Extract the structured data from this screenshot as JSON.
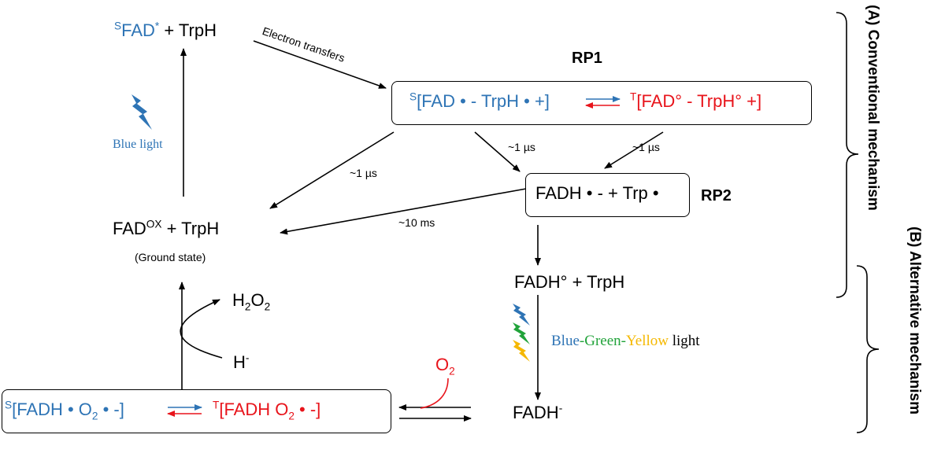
{
  "nodes": {
    "sfad_excited": {
      "sup": "S",
      "main": "FAD",
      "star": "*"
    },
    "trph_plus": "+ TrpH",
    "fad_ox": {
      "main": "FAD",
      "sup": "OX",
      "rest": "+ TrpH"
    },
    "ground_state": "(Ground state)",
    "rp1_label": "RP1",
    "rp1_singlet": {
      "sup": "S",
      "text": "[FAD • -  TrpH • +]"
    },
    "rp1_triplet": {
      "sup": "T",
      "text": "[FAD° -  TrpH° +]"
    },
    "rp2_label": "RP2",
    "rp2_text": "FADH • - + Trp •",
    "fadh_radical": "FADH°   +  TrpH",
    "fadh_minus": {
      "main": "FADH",
      "sup": "-"
    },
    "h2o2": {
      "a": "H",
      "sub1": "2",
      "b": "O",
      "sub2": "2"
    },
    "h_minus": {
      "main": "H",
      "sup": "-"
    },
    "o2": {
      "main": "O",
      "sub": "2"
    },
    "alt_singlet": {
      "sup": "S",
      "a": "[FADH •   O",
      "sub": "2",
      "b": " • -]"
    },
    "alt_triplet": {
      "sup": "T",
      "a": "[FADH   O",
      "sub": "2",
      "b": " • -]"
    }
  },
  "labels": {
    "electron_transfers": "Electron transfers",
    "blue_light": "Blue light",
    "t1a": "~1 µs",
    "t1b": "~1 µs",
    "t1c": "~1 µs",
    "t10ms": "~10 ms",
    "light_blue": "Blue",
    "light_dash1": "-",
    "light_green": "Green",
    "light_dash2": "-",
    "light_yellow": "Yellow",
    "light_word": " light"
  },
  "side_labels": {
    "conventional": "(A) Conventional mechanism",
    "alternative": "(B) Alternative mechanism"
  },
  "colors": {
    "singlet_blue": "#2e74b5",
    "triplet_red": "#e8141b",
    "green": "#21a33a",
    "yellow": "#f5b800"
  },
  "icons": [
    "lightning-bolt-icon"
  ]
}
